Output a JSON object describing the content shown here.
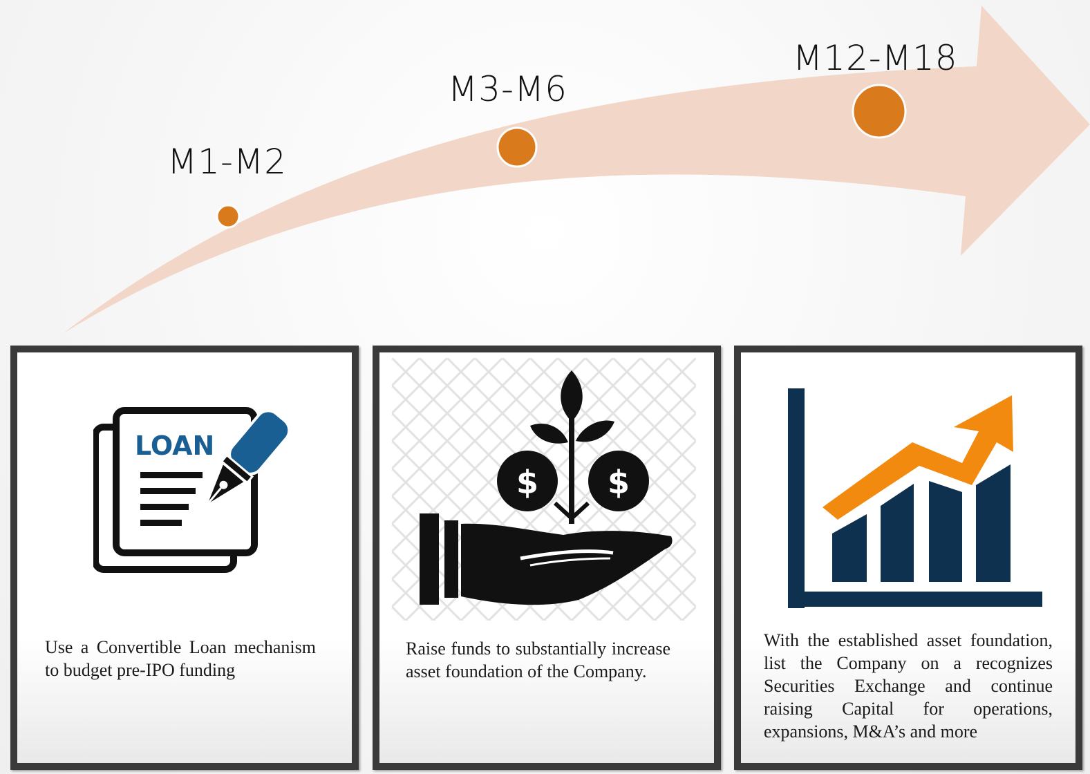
{
  "milestones": [
    {
      "label": "M1-M2"
    },
    {
      "label": "M3-M6"
    },
    {
      "label": "M12-M18"
    }
  ],
  "cards": [
    {
      "icon": "loan-document-icon",
      "icon_text": "LOAN",
      "text": "Use a Convertible Loan mechanism to budget pre-IPO funding"
    },
    {
      "icon": "hand-money-plant-icon",
      "icon_text": "$",
      "text": "Raise funds to substantially increase asset foundation of the Company."
    },
    {
      "icon": "growth-chart-icon",
      "text": "With the established asset foundation, list the Company on a recognizes Securities Exchange and continue raising Capital for operations, expansions, M&A’s and more"
    }
  ],
  "colors": {
    "arrow": "#f2d6c8",
    "dot": "#d97b1d",
    "card_border": "#3a3a3a",
    "loan_blue": "#1a5f94",
    "chart_navy": "#0e3150",
    "chart_orange": "#f28a0f"
  }
}
